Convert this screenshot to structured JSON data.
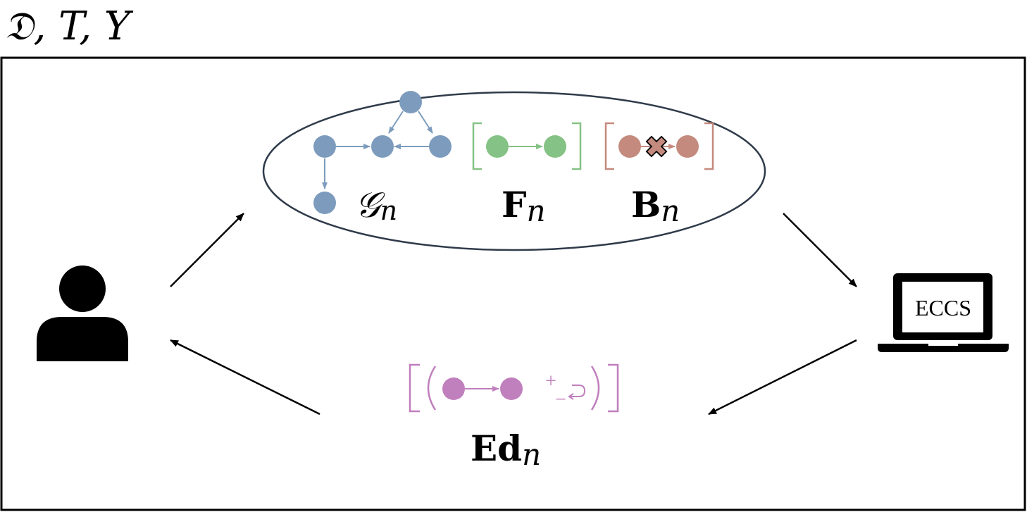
{
  "header": {
    "variables": "𝔇, T, Y"
  },
  "colors": {
    "graph_node": "#7d9cbd",
    "forbidden": "#85c285",
    "blocked": "#c48a7e",
    "edit": "#c07fbd",
    "border": "#000000",
    "ellipse_stroke": "#2f3b4a"
  },
  "knowledge": {
    "graph_symbol": "𝒢",
    "graph_subscript": "n",
    "forbidden_symbol": "F",
    "forbidden_subscript": "n",
    "blocked_symbol": "B",
    "blocked_subscript": "n"
  },
  "system": {
    "label": "ECCS",
    "icon": "laptop-icon"
  },
  "user": {
    "icon": "user-icon"
  },
  "edits": {
    "symbol": "Ed",
    "subscript": "n",
    "plus": "+",
    "minus": "−"
  }
}
